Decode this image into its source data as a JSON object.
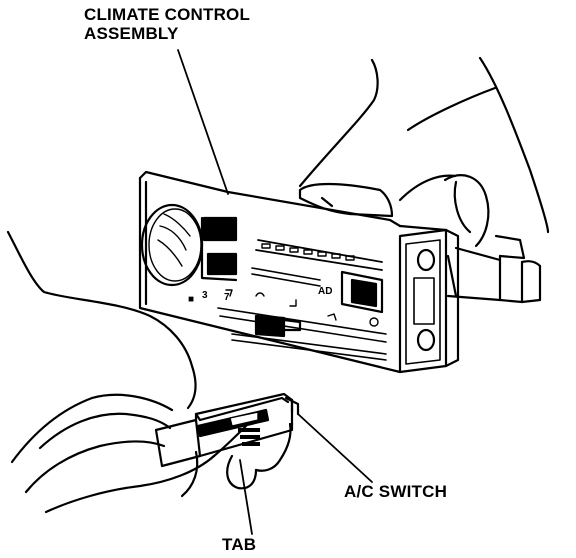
{
  "labels": {
    "climate_control_line1": "CLIMATE CONTROL",
    "climate_control_line2": "ASSEMBLY",
    "ac_switch": "A/C SWITCH",
    "tab": "TAB"
  },
  "panel_marks": {
    "dot_left": "■",
    "num3": "3",
    "num7": "7",
    "ad": "AD"
  },
  "colors": {
    "ink": "#000000",
    "paper": "#ffffff"
  }
}
